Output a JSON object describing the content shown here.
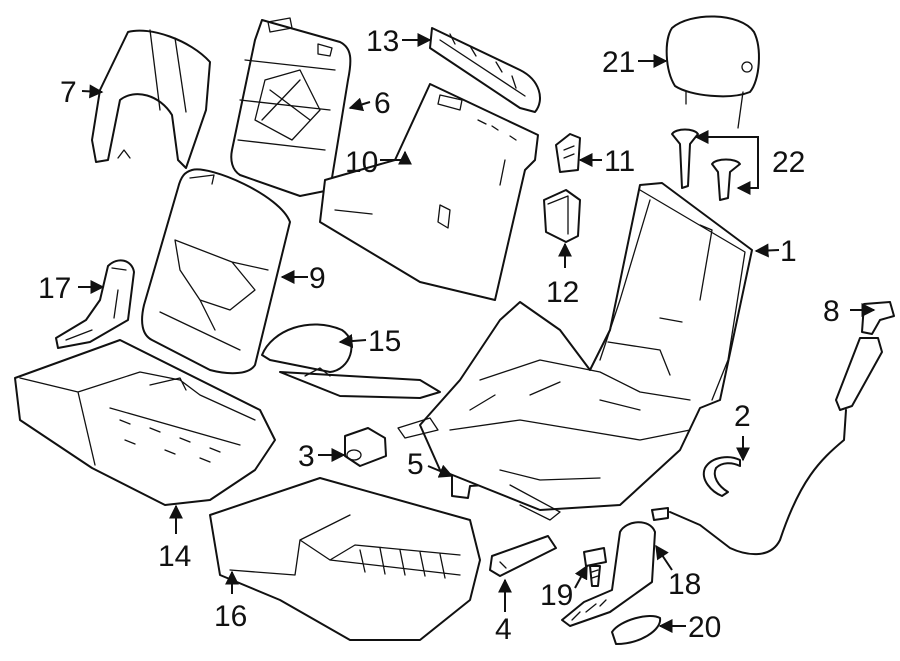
{
  "diagram": {
    "callouts": [
      {
        "id": "p1",
        "label": "1"
      },
      {
        "id": "p2",
        "label": "2"
      },
      {
        "id": "p3",
        "label": "3"
      },
      {
        "id": "p4",
        "label": "4"
      },
      {
        "id": "p5",
        "label": "5"
      },
      {
        "id": "p6",
        "label": "6"
      },
      {
        "id": "p7",
        "label": "7"
      },
      {
        "id": "p8",
        "label": "8"
      },
      {
        "id": "p9",
        "label": "9"
      },
      {
        "id": "p10",
        "label": "10"
      },
      {
        "id": "p11",
        "label": "11"
      },
      {
        "id": "p12",
        "label": "12"
      },
      {
        "id": "p13",
        "label": "13"
      },
      {
        "id": "p14",
        "label": "14"
      },
      {
        "id": "p15",
        "label": "15"
      },
      {
        "id": "p16",
        "label": "16"
      },
      {
        "id": "p17",
        "label": "17"
      },
      {
        "id": "p18",
        "label": "18"
      },
      {
        "id": "p19",
        "label": "19"
      },
      {
        "id": "p20",
        "label": "20"
      },
      {
        "id": "p21",
        "label": "21"
      },
      {
        "id": "p22",
        "label": "22"
      }
    ]
  }
}
